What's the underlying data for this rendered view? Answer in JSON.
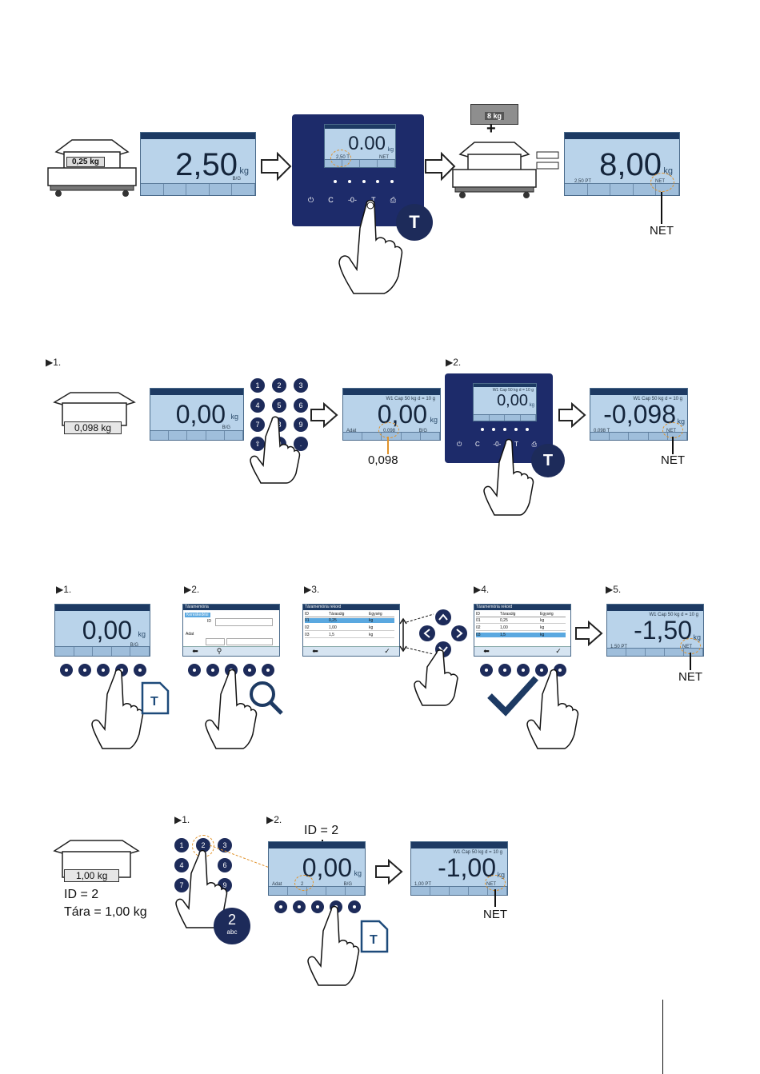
{
  "section1": {
    "scale_weight": "0,25 kg",
    "screen1": {
      "value": "2,50",
      "unit": "kg",
      "small": "B/G"
    },
    "panel": {
      "value": "0.00",
      "unit": "kg",
      "pt": "2,50 T",
      "net": "NET",
      "keys": [
        "⏻",
        "C",
        "-0-",
        "T",
        "⎙"
      ]
    },
    "box_weight": "8 kg",
    "plus": "+",
    "screen2": {
      "value": "8,00",
      "unit": "kg",
      "pt": "2,50 PT",
      "net": "NET"
    },
    "net_label": "NET"
  },
  "section2": {
    "step1": "1.",
    "step2": "2.",
    "box_weight": "0,098 kg",
    "screen1": {
      "value": "0,00",
      "unit": "kg",
      "small": "B/G"
    },
    "keypad": [
      "1",
      "2",
      "3",
      "4",
      "5",
      "6",
      "7",
      "8",
      "9",
      "⇧",
      "0",
      "."
    ],
    "screen2": {
      "header": "W1 Cap 50 kg d = 10 g",
      "value": "0,00",
      "unit": "kg",
      "adat": "Adat",
      "entry": "0,098",
      "small": "B/G"
    },
    "entry_label": "0,098",
    "panel": {
      "header": "W1 Cap 50 kg d = 10 g",
      "value": "0,00",
      "unit": "kg"
    },
    "screen3": {
      "header": "W1 Cap 50 kg d = 10 g",
      "value": "-0,098",
      "unit": "kg",
      "pt": "0,098 T",
      "net": "NET"
    },
    "net_label": "NET"
  },
  "section3": {
    "steps": [
      "1.",
      "2.",
      "3.",
      "4.",
      "5."
    ],
    "screen1": {
      "value": "0,00",
      "unit": "kg",
      "small": "B/G"
    },
    "search_screen": {
      "title": "Táramemória",
      "tab": "Kereskedési",
      "id_label": "ID",
      "adat_label": "Adat"
    },
    "table": {
      "title": "Táramemória rekord",
      "headers": [
        "ID",
        "Tárasúlg",
        "Egység"
      ],
      "rows": [
        [
          "01",
          "0,25",
          "kg"
        ],
        [
          "02",
          "1,00",
          "kg"
        ],
        [
          "03",
          "1,5",
          "kg"
        ]
      ]
    },
    "screen5": {
      "header": "W1 Cap 50 kg d = 10 g",
      "value": "-1,50",
      "unit": "kg",
      "pt": "1,50 PT",
      "net": "NET"
    },
    "net_label": "NET"
  },
  "section4": {
    "step1": "1.",
    "step2": "2.",
    "box_weight": "1,00 kg",
    "id_text": "ID = 2",
    "tare_text": "Tára = 1,00 kg",
    "id_top": "ID = 2",
    "badge_num": "2",
    "badge_sub": "abc",
    "screen1": {
      "value": "0,00",
      "unit": "kg",
      "adat": "Adat",
      "entry": "2",
      "small": "B/G"
    },
    "screen2": {
      "header": "W1 Cap 50 kg d = 10 g",
      "value": "-1,00",
      "unit": "kg",
      "pt": "1,00 PT",
      "net": "NET"
    },
    "net_label": "NET"
  },
  "colors": {
    "screen": "#b9d3ea",
    "navy": "#1d2b5a",
    "highlight": "#e0922a"
  }
}
